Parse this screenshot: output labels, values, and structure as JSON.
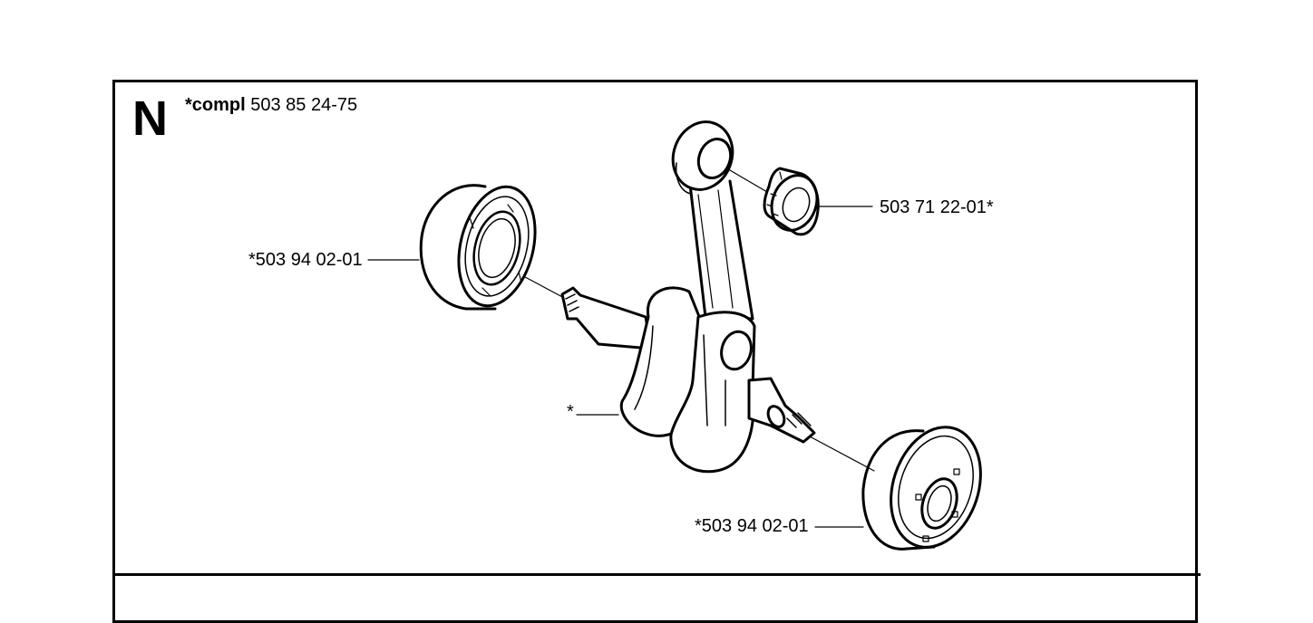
{
  "section": {
    "letter": "N",
    "compl_prefix": "*compl",
    "compl_number": "503 85 24-75"
  },
  "labels": {
    "needle_bearing": "503 71 22-01*",
    "bearing_left": "*503 94 02-01",
    "bearing_right": "*503 94 02-01",
    "crankshaft": "*"
  },
  "colors": {
    "line": "#000000",
    "background": "#ffffff"
  }
}
